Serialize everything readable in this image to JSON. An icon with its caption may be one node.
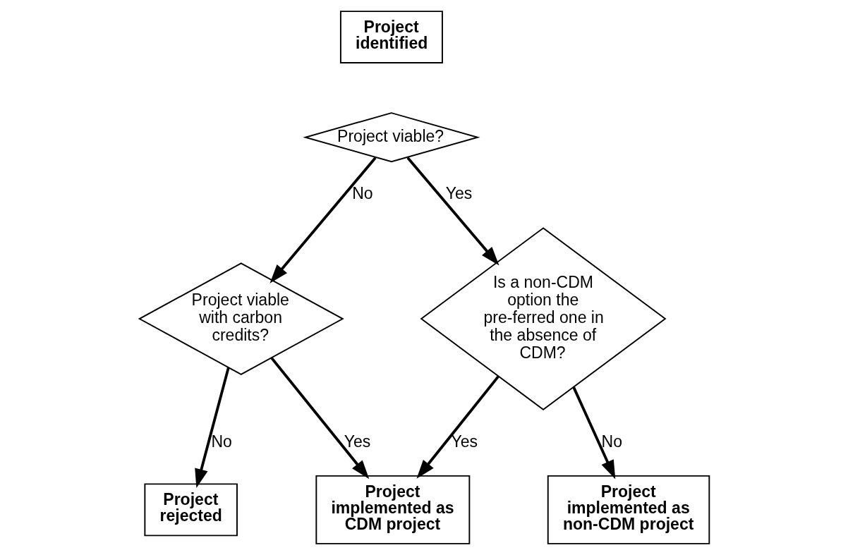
{
  "diagram": {
    "nodes": [
      {
        "text": [
          "Project identified"
        ]
      },
      {
        "text": [
          "Project viable?"
        ]
      },
      {
        "text": [
          "Project viable with carbon credits?"
        ]
      },
      {
        "text": [
          "Is a non-CDM option the pre-ferred one in the absence of CDM?"
        ]
      },
      {
        "text": [
          "Project rejected"
        ]
      },
      {
        "text": [
          "Project implemented as CDM project"
        ]
      },
      {
        "text": [
          "Project implemented as non-CDM project"
        ]
      }
    ],
    "edges": [
      {
        "from": 1,
        "to": 2,
        "arrow": "to",
        "label": "No"
      },
      {
        "from": 1,
        "to": 3,
        "arrow": "to",
        "label": "Yes"
      },
      {
        "from": 2,
        "to": 4,
        "arrow": "to",
        "label": "No"
      },
      {
        "from": 2,
        "to": 5,
        "arrow": "to",
        "label": "Yes"
      },
      {
        "from": 3,
        "to": 5,
        "arrow": "to",
        "label": "Yes"
      },
      {
        "from": 3,
        "to": 6,
        "arrow": "to",
        "label": "No"
      }
    ]
  }
}
